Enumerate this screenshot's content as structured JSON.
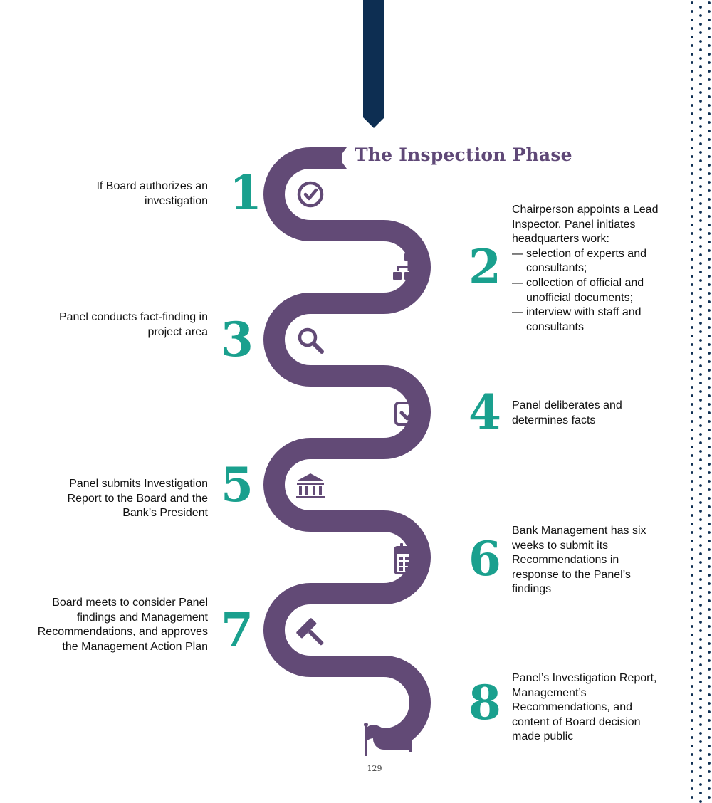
{
  "title": "The Inspection Phase",
  "steps": [
    {
      "num": "1",
      "icon": "check-circle-icon",
      "text": "If Board authorizes an investigation"
    },
    {
      "num": "2",
      "icon": "org-chart-icon",
      "intro": "Chairperson appoints a Lead Inspector. Panel initiates headquarters work:",
      "bullets": [
        "selection of experts and consultants;",
        "collection of official and unofficial documents;",
        "interview with staff and consultants"
      ]
    },
    {
      "num": "3",
      "icon": "search-icon",
      "text": "Panel conducts fact-finding in project area"
    },
    {
      "num": "4",
      "icon": "checkbox-icon",
      "text": "Panel deliberates and determines facts"
    },
    {
      "num": "5",
      "icon": "bank-icon",
      "text": "Panel submits Investigation Report to the Board and the Bank’s President"
    },
    {
      "num": "6",
      "icon": "calendar-icon",
      "text": "Bank Management has six weeks to submit its Recommendations in response to the Panel’s findings"
    },
    {
      "num": "7",
      "icon": "gavel-icon",
      "text": "Board meets to consider Panel findings and Management Recommendations, and approves the Management Action Plan"
    },
    {
      "num": "8",
      "icon": "flag-icon",
      "text": "Panel’s Investigation Report, Management’s Recommendations, and content of Board decision made public"
    }
  ],
  "page_number": "129",
  "colors": {
    "path": "#624a76",
    "number": "#1aa08e",
    "banner": "#0d2e52",
    "dots": "#0d2e52"
  }
}
